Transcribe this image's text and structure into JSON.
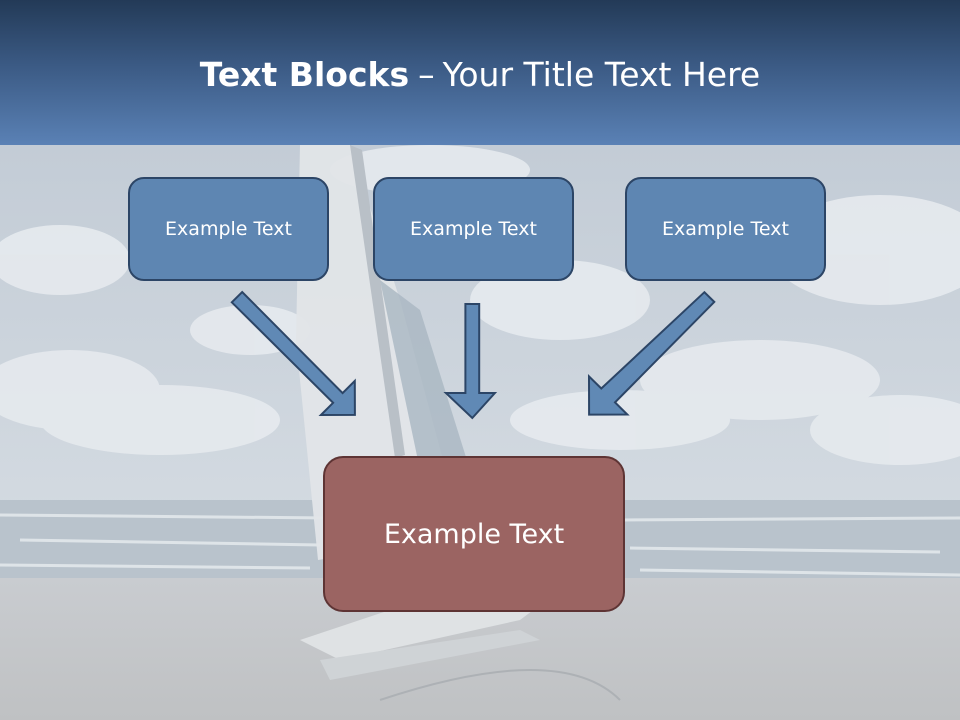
{
  "slide": {
    "title_bold": "Text Blocks",
    "title_sep": "–",
    "title_rest": "Your Title Text Here"
  },
  "diagram": {
    "boxes": [
      {
        "label": "Example Text"
      },
      {
        "label": "Example Text"
      },
      {
        "label": "Example Text"
      }
    ],
    "center_box": {
      "label": "Example Text"
    }
  },
  "colors": {
    "header": "#3b5a84",
    "box_fill": "#5e86b2",
    "box_border": "#2c4566",
    "center_fill": "#9b6462",
    "center_border": "#5e3434"
  }
}
